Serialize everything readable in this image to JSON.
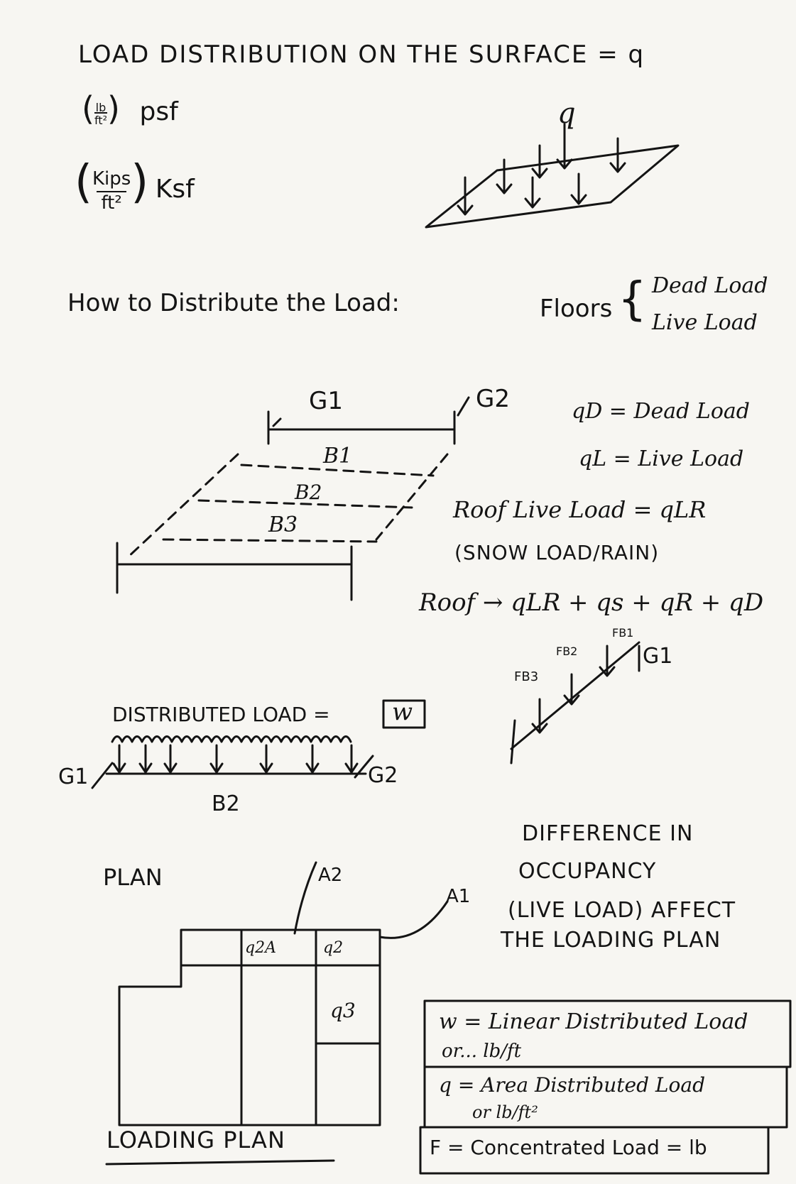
{
  "header": {
    "title": "LOAD DISTRIBUTION ON THE SURFACE = q",
    "unit_psf_fraction_num": "lb",
    "unit_psf_fraction_den": "ft²",
    "unit_psf": "psf",
    "unit_ksf_fraction_num": "Kips",
    "unit_ksf_fraction_den": "ft²",
    "unit_ksf": "Ksf",
    "surface_label": "q"
  },
  "distribute": {
    "heading": "How to Distribute the Load:",
    "floors": "Floors",
    "dead": "Dead Load",
    "live": "Live Load"
  },
  "framing": {
    "g1": "G1",
    "g2": "G2",
    "b1": "B1",
    "b2": "B2",
    "b3": "B3"
  },
  "definitions": {
    "qd": "qD = Dead Load",
    "ql": "qL = Live Load",
    "roof_live": "Roof Live Load = qLR",
    "snow_rain": "(SNOW LOAD/RAIN)",
    "roof_sum": "Roof → qLR + qs + qR + qD"
  },
  "girder_forces": {
    "fb1": "FB1",
    "fb2": "FB2",
    "fb3": "FB3",
    "g1": "G1"
  },
  "distributed": {
    "label": "DISTRIBUTED LOAD =",
    "symbol": "w",
    "g1": "G1",
    "g2": "G2",
    "b2": "B2"
  },
  "occupancy": {
    "line1": "DIFFERENCE IN",
    "line2": "OCCUPANCY",
    "line3": "(LIVE LOAD) AFFECT",
    "line4": "THE LOADING PLAN"
  },
  "plan": {
    "label": "PLAN",
    "a1": "A1",
    "a2": "A2",
    "q2a": "q2A",
    "q2": "q2",
    "q3": "q3",
    "loading_plan": "LOADING PLAN"
  },
  "legend": {
    "w_def": "w = Linear Distributed Load",
    "w_unit": "or... lb/ft",
    "q_def": "q = Area Distributed Load",
    "q_unit": "or lb/ft²",
    "f_def": "F = Concentrated Load = lb"
  }
}
